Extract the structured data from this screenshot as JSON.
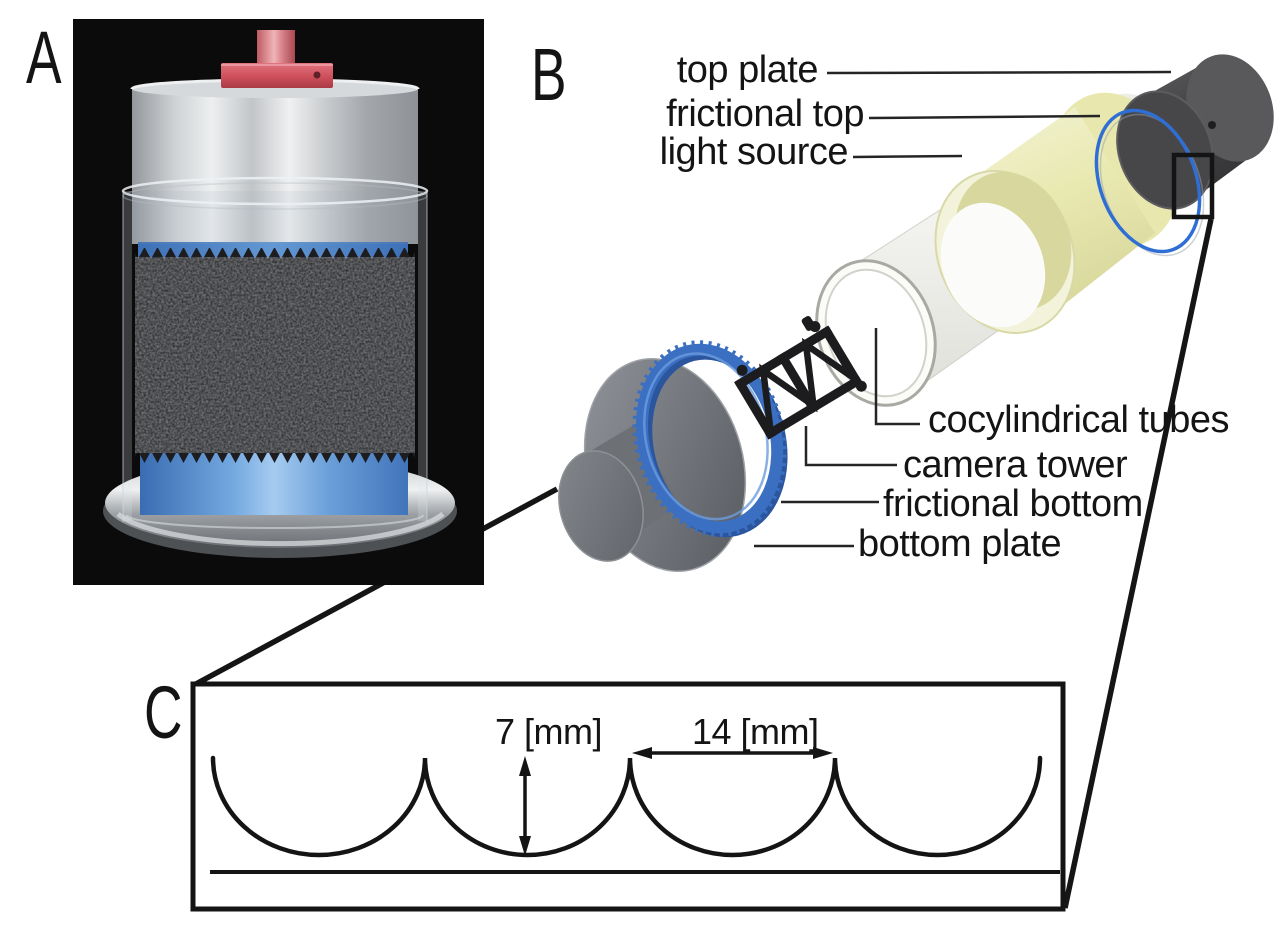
{
  "panels": {
    "a": {
      "letter": "A"
    },
    "b": {
      "letter": "B",
      "labels": {
        "top_plate": "top plate",
        "frictional_top": "frictional top",
        "light_source": "light source",
        "cocylindrical_tubes": "cocylindrical tubes",
        "camera_tower": "camera tower",
        "frictional_bottom": "frictional bottom",
        "bottom_plate": "bottom plate"
      }
    },
    "c": {
      "letter": "C",
      "dimensions": {
        "height": "7 [mm]",
        "width": "14 [mm]"
      }
    }
  },
  "colors": {
    "frictional_ring_blue": "#3a6fc2",
    "light_source_yellow": "#ececb6",
    "top_plate_gray": "#48484a",
    "bottom_plate_gray": "#75797e",
    "piston_cap_red": "#ce4f5b",
    "metal_silver": "#c9ccd0",
    "line_black": "#141414"
  }
}
